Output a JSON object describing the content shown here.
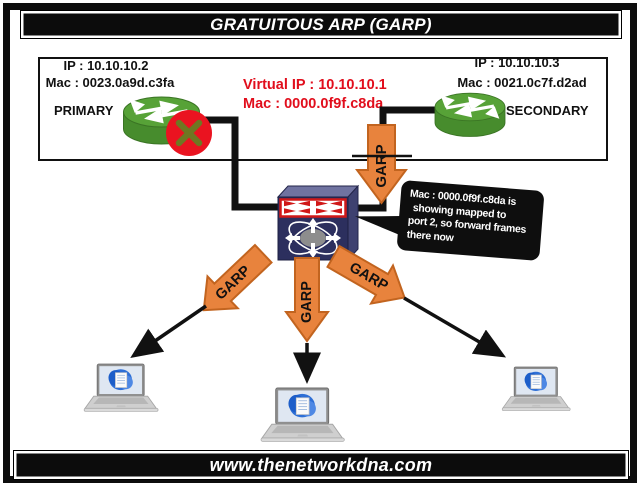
{
  "title": "GRATUITOUS ARP (GARP)",
  "footer": "www.thenetworkdna.com",
  "topology": {
    "primary_router": {
      "ip": "IP : 10.10.10.2",
      "mac": "Mac : 0023.0a9d.c3fa",
      "label": "PRIMARY",
      "icon": "router-icon",
      "status_icon": "failed-x-icon"
    },
    "secondary_router": {
      "ip": "IP : 10.10.10.3",
      "mac": "Mac : 0021.0c7f.d2ad",
      "label": "SECONDARY",
      "icon": "router-icon"
    },
    "virtual_gateway": {
      "ip": "Virtual IP : 10.10.10.1",
      "mac": "Mac : 0000.0f9f.c8da"
    },
    "switch": {
      "icon": "multilayer-switch-icon"
    },
    "hosts": [
      {
        "icon": "laptop-icon"
      },
      {
        "icon": "laptop-icon"
      },
      {
        "icon": "laptop-icon"
      }
    ]
  },
  "garp_label": "GARP",
  "callout": {
    "lines": [
      "Mac : 0000.0f9f.c8da is",
      "showing mapped to",
      "port 2, so forward frames",
      "there now"
    ]
  },
  "colors": {
    "garp_arrow": "#e8833d",
    "garp_arrow_border": "#c2641f",
    "virtual_text": "#e10e1c",
    "router_green": "#478c2d",
    "switch_navy": "#2c2f5e",
    "failed_badge": "#ea1320"
  }
}
